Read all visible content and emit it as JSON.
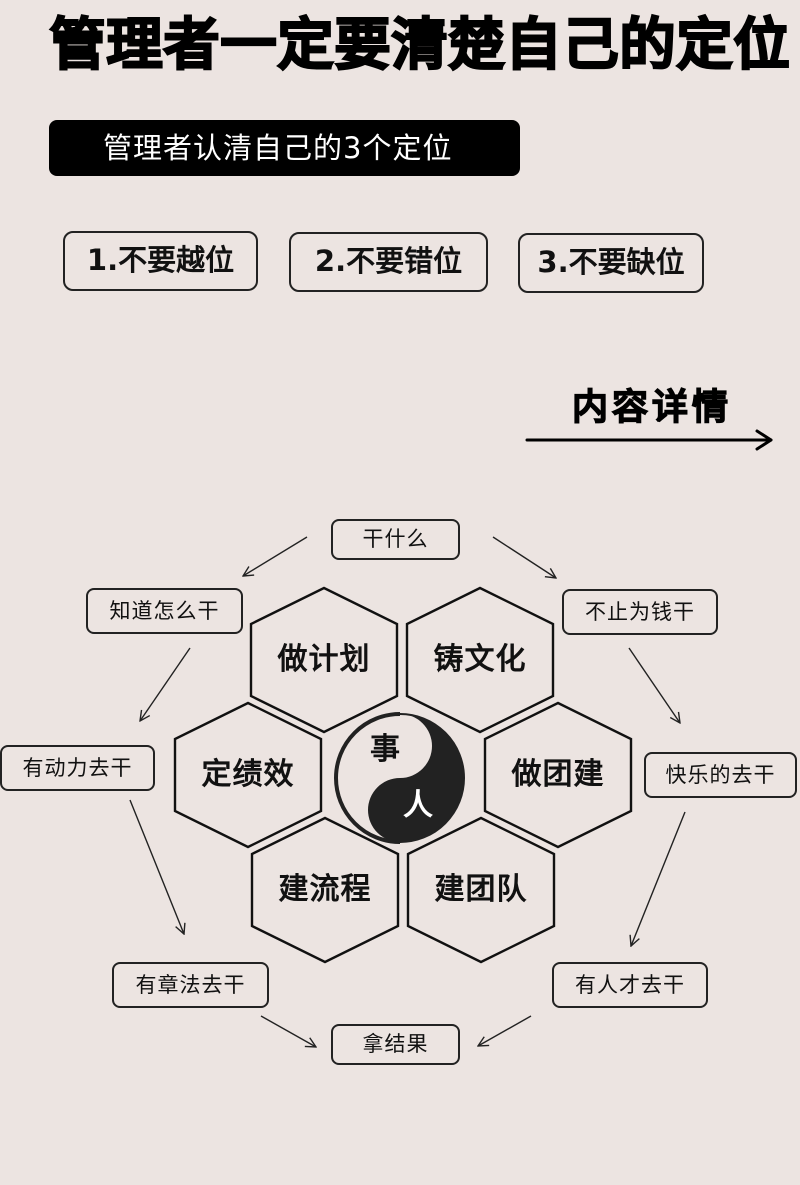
{
  "header": {
    "title": "管理者一定要清楚自己的定位"
  },
  "banner": {
    "text": "管理者认清自己的3个定位"
  },
  "positions": [
    {
      "label": "1.不要越位"
    },
    {
      "label": "2.不要错位"
    },
    {
      "label": "3.不要缺位"
    }
  ],
  "details": {
    "heading": "内容详情",
    "arrow_icon": "long-right-arrow"
  },
  "center": {
    "icon": "yin-yang-icon",
    "top_label": "事",
    "bottom_label": "人"
  },
  "hexagons": [
    {
      "label": "做计划"
    },
    {
      "label": "铸文化"
    },
    {
      "label": "定绩效"
    },
    {
      "label": "做团建"
    },
    {
      "label": "建流程"
    },
    {
      "label": "建团队"
    }
  ],
  "cycle": [
    {
      "label": "干什么"
    },
    {
      "label": "不止为钱干"
    },
    {
      "label": "快乐的去干"
    },
    {
      "label": "有人才去干"
    },
    {
      "label": "拿结果"
    },
    {
      "label": "有章法去干"
    },
    {
      "label": "有动力去干"
    },
    {
      "label": "知道怎么干"
    }
  ],
  "colors": {
    "background": "#ece4e1",
    "ink": "#111111",
    "banner": "#000000",
    "banner_text": "#ffffff"
  }
}
